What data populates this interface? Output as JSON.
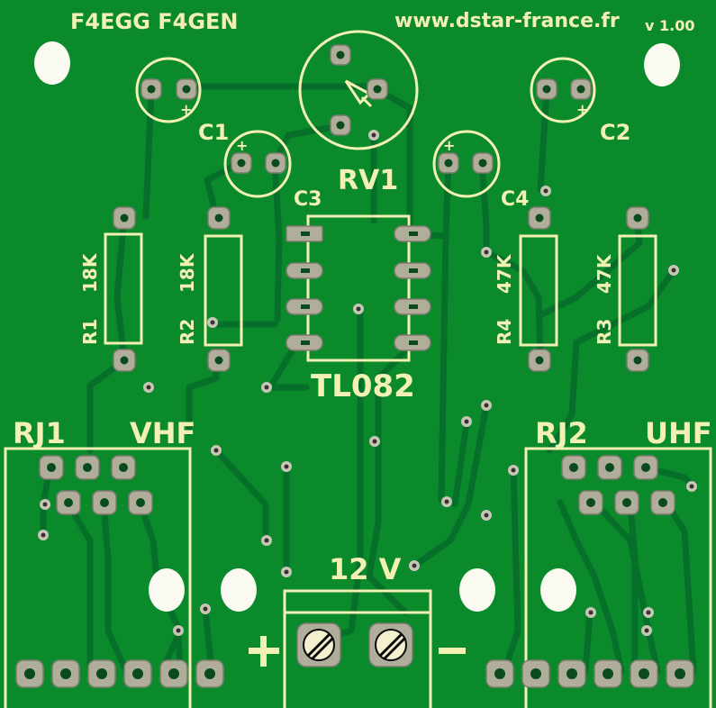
{
  "board": {
    "background": "#0b8a2c",
    "copper_trace_color": "#06702a",
    "silkscreen_color": "#f3f0b4",
    "pad_color": "#b0ad9a"
  },
  "labels": {
    "authors": "F4EGG F4GEN",
    "website": "www.dstar-france.fr",
    "version": "v 1.00",
    "c1": "C1",
    "c2": "C2",
    "c3": "C3",
    "c4": "C4",
    "rv1": "RV1",
    "r1": "R1",
    "r2": "R2",
    "r3": "R3",
    "r4": "R4",
    "r1_value": "18K",
    "r2_value": "18K",
    "r3_value": "47K",
    "r4_value": "47K",
    "ic": "TL082",
    "rj1": "RJ1",
    "rj2": "RJ2",
    "vhf": "VHF",
    "uhf": "UHF",
    "power": "12 V",
    "plus": "+",
    "minus": "–",
    "cap_plus": "+"
  }
}
